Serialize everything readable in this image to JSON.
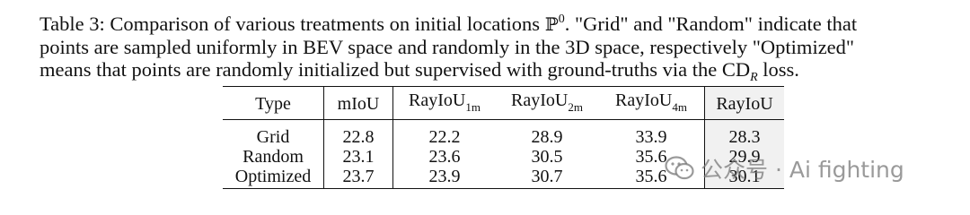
{
  "caption": {
    "line1": "Table 3: Comparison of various treatments on initial locations ",
    "symbol": "ℙ",
    "symbol_sup": "0",
    "line1_tail": ". \"Grid\" and \"Random\" indicate that",
    "line2": "points are sampled uniformly in BEV space and randomly in the 3D space, respectively \"Optimized\"",
    "line3_a": "means that points are randomly initialized but supervised with ground-truths via the CD",
    "line3_sub": "R",
    "line3_b": " loss."
  },
  "table": {
    "headers": [
      {
        "main": "Type",
        "sub": ""
      },
      {
        "main": "mIoU",
        "sub": ""
      },
      {
        "main": "RayIoU",
        "sub": "1m"
      },
      {
        "main": "RayIoU",
        "sub": "2m"
      },
      {
        "main": "RayIoU",
        "sub": "4m"
      },
      {
        "main": "RayIoU",
        "sub": ""
      }
    ],
    "rows": [
      [
        "Grid",
        "22.8",
        "22.2",
        "28.9",
        "33.9",
        "28.3"
      ],
      [
        "Random",
        "23.1",
        "23.6",
        "30.5",
        "35.6",
        "29.9"
      ],
      [
        "Optimized",
        "23.7",
        "23.9",
        "30.7",
        "35.6",
        "30.1"
      ]
    ]
  },
  "watermark": {
    "icon": "wechat-icon",
    "text": "公众号 · Ai fighting"
  }
}
